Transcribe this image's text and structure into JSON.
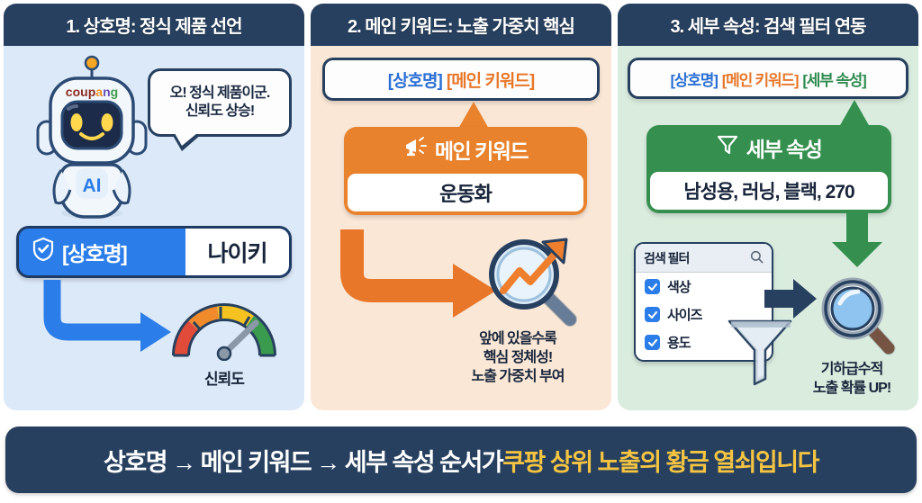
{
  "panels": [
    {
      "id": "brand-name",
      "header": "1. 상호명: 정식 제품 선언",
      "bg_color": "#dce9f8",
      "mascot": {
        "logo_text": "coupang",
        "badge_text": "AI",
        "name": "coupang-ai-robot"
      },
      "speech_bubble": {
        "line1": "오! 정식 제품이군.",
        "line2": "신뢰도 상승!"
      },
      "chip": {
        "tag_label": "[상호명]",
        "value": "나이키",
        "tag_color": "#2b7de9",
        "icon": "shield-check-icon"
      },
      "gauge": {
        "label": "신뢰도",
        "segments": [
          "#e04b3a",
          "#f08a2a",
          "#f5c21f",
          "#3a9a4e"
        ],
        "needle_position": "high"
      }
    },
    {
      "id": "main-keyword",
      "header": "2. 메인 키워드: 노출 가중치 핵심",
      "bg_color": "#fae7d6",
      "title_tokens": [
        {
          "text": "[상호명]",
          "color": "#2b6fd4"
        },
        {
          "text": "[메인 키워드]",
          "color": "#e8772a"
        }
      ],
      "card": {
        "head_label": "메인 키워드",
        "head_icon": "megaphone-icon",
        "value": "운동화",
        "color": "#e8822c"
      },
      "result_icon": "magnifier-growth-chart-icon",
      "note": {
        "line1": "앞에 있을수록",
        "line2": "핵심 정체성!",
        "line3": "노출 가중치 부여"
      }
    },
    {
      "id": "detail-attributes",
      "header": "3. 세부 속성: 검색 필터 연동",
      "bg_color": "#d9ecde",
      "title_tokens": [
        {
          "text": "[상호명]",
          "color": "#2b6fd4"
        },
        {
          "text": "[메인 키워드]",
          "color": "#e8772a"
        },
        {
          "text": "[세부 속성]",
          "color": "#2e8b4f"
        }
      ],
      "card": {
        "head_label": "세부 속성",
        "head_icon": "funnel-icon",
        "value": "남성용, 러닝, 블랙, 270",
        "color": "#35904f"
      },
      "filter_panel": {
        "title": "검색 필터",
        "search_icon": "search-icon",
        "options": [
          {
            "label": "색상",
            "checked": true
          },
          {
            "label": "사이즈",
            "checked": true
          },
          {
            "label": "용도",
            "checked": true
          }
        ]
      },
      "result_icon": "magnifier-icon",
      "funnel_icon": "funnel-glass-icon",
      "note": {
        "line1": "기하급수적",
        "line2": "노출 확률 UP!"
      }
    }
  ],
  "banner": {
    "text_plain": "상호명 → 메인 키워드 → 세부 속성 순서가 ",
    "text_highlight": "쿠팡 상위 노출의 황금 열쇠입니다",
    "highlight_color": "#f5c542",
    "bg_color": "#27405f"
  }
}
